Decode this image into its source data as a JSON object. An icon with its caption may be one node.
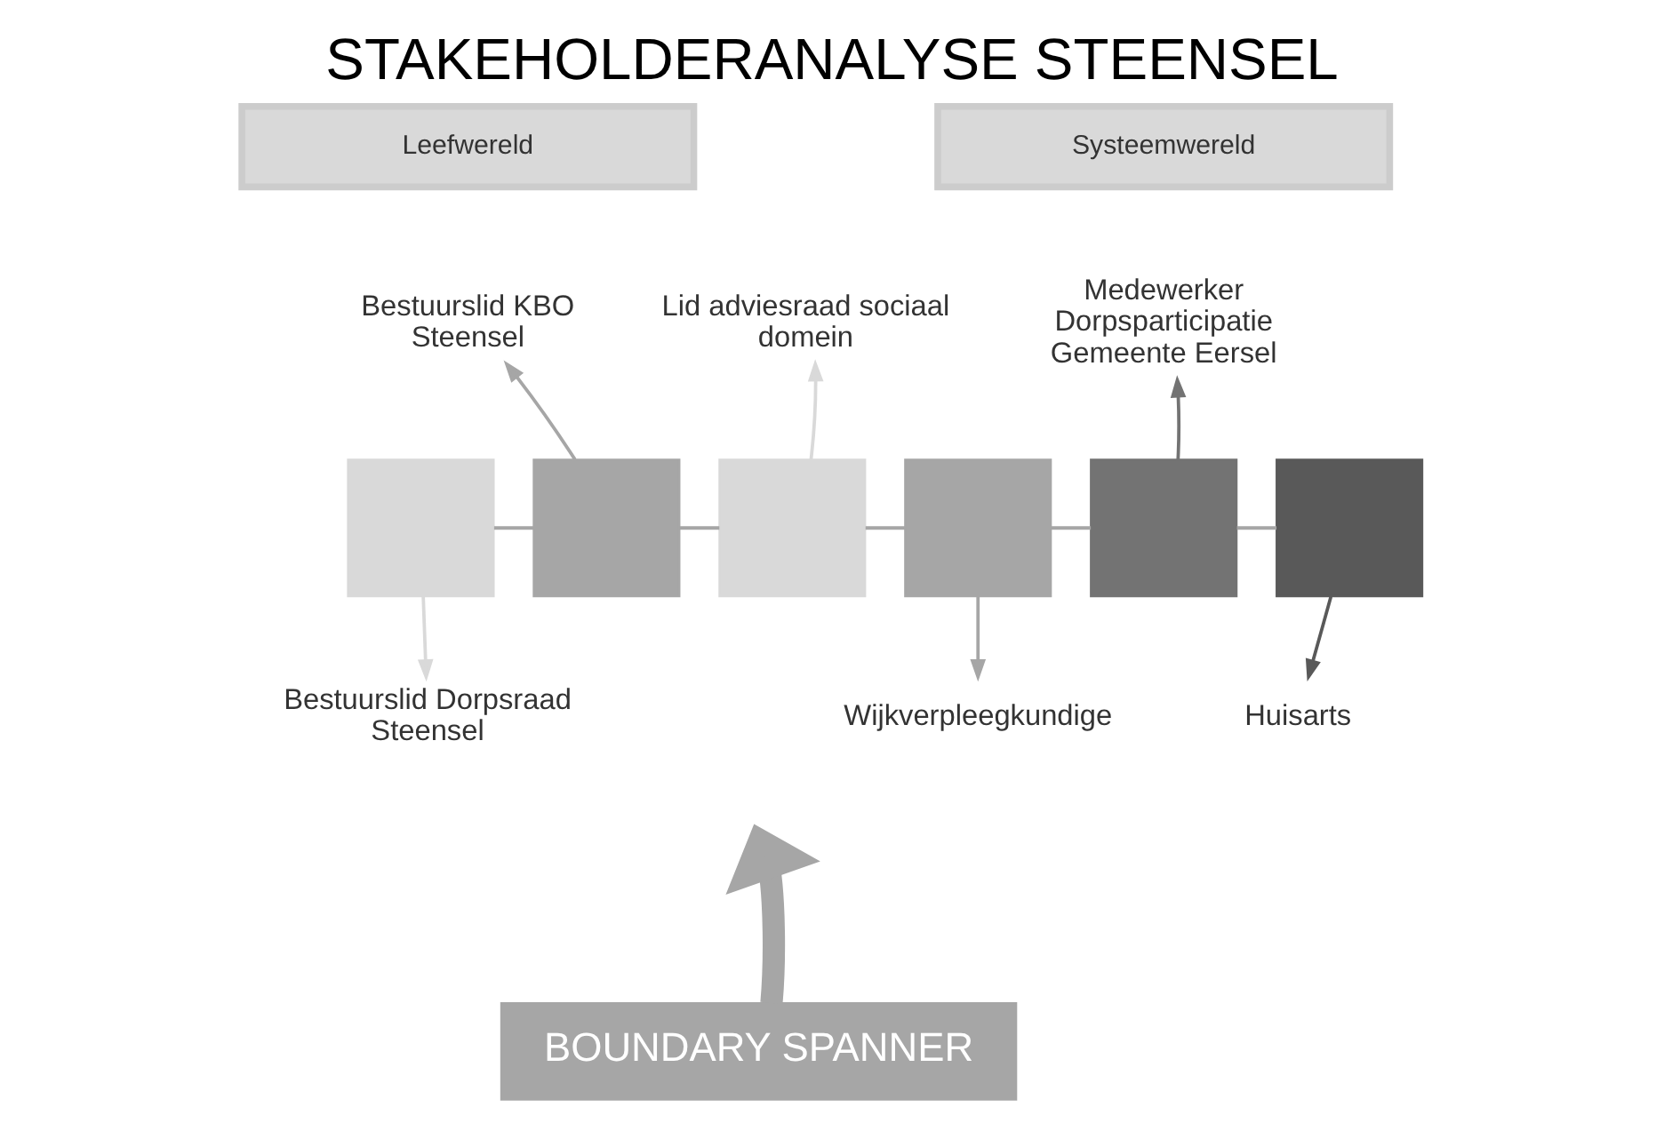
{
  "diagram": {
    "title": "STAKEHOLDERANALYSE STEENSEL",
    "nodes": [
      {
        "text": [
          "Leefwereld"
        ]
      },
      {
        "text": [
          "Systeemwereld"
        ]
      },
      {
        "text": [],
        "shape": "box"
      },
      {
        "text": [],
        "shape": "box"
      },
      {
        "text": [],
        "shape": "box"
      },
      {
        "text": [],
        "shape": "box"
      },
      {
        "text": [],
        "shape": "box"
      },
      {
        "text": [],
        "shape": "box"
      },
      {
        "text": [
          "Bestuurslid KBO Steensel"
        ]
      },
      {
        "text": [
          "Lid adviesraad sociaal domein"
        ]
      },
      {
        "text": [
          "Medewerker Dorpsparticipatie Gemeente Eersel"
        ]
      },
      {
        "text": [
          "Bestuurslid Dorpsraad Steensel"
        ]
      },
      {
        "text": [
          "Wijkverpleegkundige"
        ]
      },
      {
        "text": [
          "Huisarts"
        ]
      },
      {
        "text": [
          "BOUNDARY SPANNER"
        ]
      }
    ],
    "edges": [
      {
        "from": 2,
        "to": 3,
        "arrow": "none"
      },
      {
        "from": 3,
        "to": 4,
        "arrow": "none"
      },
      {
        "from": 4,
        "to": 5,
        "arrow": "none"
      },
      {
        "from": 5,
        "to": 6,
        "arrow": "none"
      },
      {
        "from": 6,
        "to": 7,
        "arrow": "none"
      },
      {
        "from": 3,
        "to": 8,
        "arrow": "to"
      },
      {
        "from": 4,
        "to": 9,
        "arrow": "to",
        "color": "#d9d9d9"
      },
      {
        "from": 6,
        "to": 10,
        "arrow": "to",
        "color": "#737373"
      },
      {
        "from": 2,
        "to": 11,
        "arrow": "to",
        "color": "#d9d9d9"
      },
      {
        "from": 5,
        "to": 12,
        "arrow": "to"
      },
      {
        "from": 7,
        "to": 13,
        "arrow": "to",
        "color": "#595959"
      },
      {
        "from": 14,
        "to": null,
        "arrow": "to",
        "style": "thick"
      }
    ]
  }
}
